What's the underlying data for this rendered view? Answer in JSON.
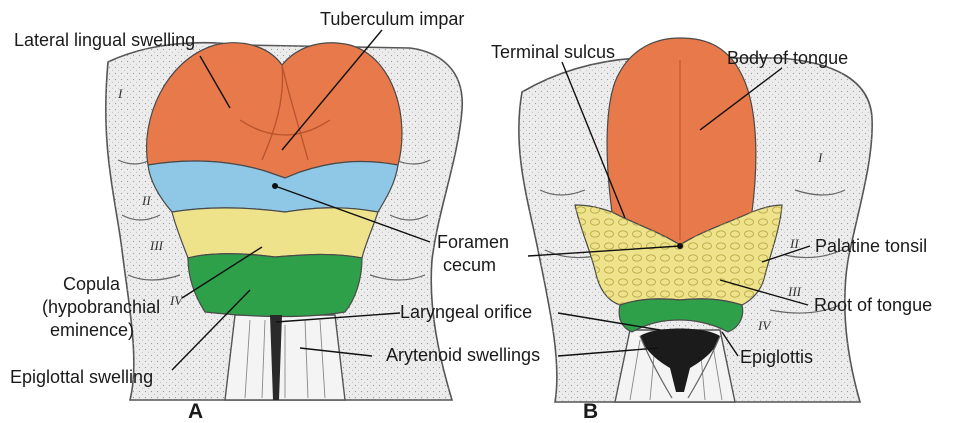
{
  "colors": {
    "lateral_lingual": "#E8794A",
    "tuberculum": "#E8794A",
    "second_arch": "#8EC8E6",
    "copula": "#EEE38A",
    "epiglottal": "#2FA04A",
    "body_of_tongue": "#E8794A",
    "root_of_tongue": "#EEE38A",
    "epiglottis": "#2FA04A",
    "orifice": "#1b1b1b"
  },
  "panels": {
    "a": "A",
    "b": "B"
  },
  "labels": {
    "lateral_lingual_swelling": "Lateral lingual swelling",
    "tuberculum_impar": "Tuberculum impar",
    "terminal_sulcus": "Terminal sulcus",
    "body_of_tongue": "Body of tongue",
    "foramen_cecum_1": "Foramen",
    "foramen_cecum_2": "cecum",
    "copula_1": "Copula",
    "copula_2": "(hypobranchial",
    "copula_3": "eminence)",
    "laryngeal_orifice": "Laryngeal orifice",
    "arytenoid_swellings": "Arytenoid swellings",
    "epiglottal_swelling": "Epiglottal swelling",
    "palatine_tonsil": "Palatine tonsil",
    "root_of_tongue": "Root of tongue",
    "epiglottis": "Epiglottis"
  },
  "arch_numerals": {
    "a_I": "I",
    "a_II": "II",
    "a_III": "III",
    "a_IV": "IV",
    "b_I": "I",
    "b_II": "II",
    "b_III": "III",
    "b_IV": "IV"
  }
}
